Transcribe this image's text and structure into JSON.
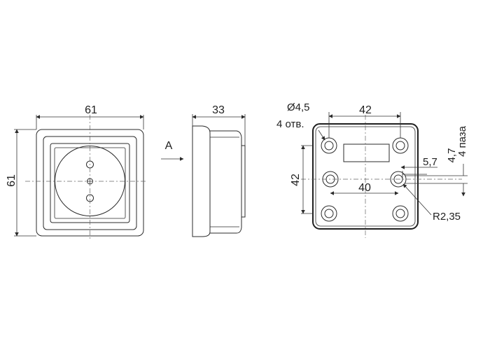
{
  "labels": {
    "front_width": "61",
    "front_height": "61",
    "side_depth": "33",
    "view_arrow": "A",
    "rear_width_top": "42",
    "rear_height": "42",
    "rear_hole_spacing": "40",
    "hole_diameter": "Ø4,5",
    "hole_count": "4 отв.",
    "slot_offset": "5,7",
    "slot_width": "4,7",
    "slot_count": "4 паза",
    "radius": "R2,35"
  },
  "colors": {
    "line": "#2b2b2b",
    "background": "#ffffff"
  }
}
